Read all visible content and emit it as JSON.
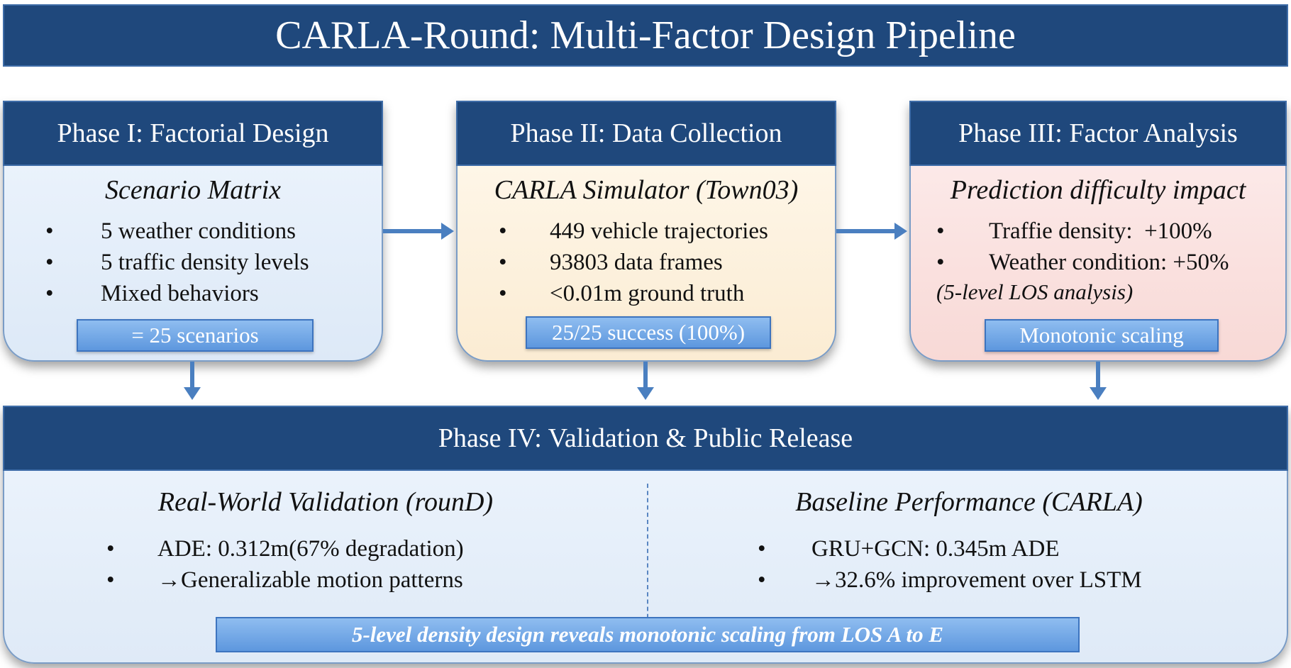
{
  "title": "CARLA-Round: Multi-Factor Design Pipeline",
  "bullet_glyph": "•",
  "phases": [
    {
      "title": "Phase I: Factorial Design",
      "subtitle": "Scenario Matrix",
      "bullets": [
        "5 weather conditions",
        "5 traffic density levels",
        "Mixed behaviors"
      ],
      "pill": "= 25 scenarios"
    },
    {
      "title": "Phase II: Data Collection",
      "subtitle": "CARLA Simulator (Town03)",
      "bullets": [
        "449 vehicle trajectories",
        "93803 data frames",
        "<0.01m ground truth"
      ],
      "pill": "25/25 success (100%)"
    },
    {
      "title": "Phase III: Factor Analysis",
      "subtitle": "Prediction difficulty impact",
      "bullets": [
        "Traffie density:  +100%",
        "Weather condition: +50%"
      ],
      "note": "(5-level LOS analysis)",
      "pill": "Monotonic scaling"
    }
  ],
  "phase4": {
    "title": "Phase IV: Validation & Public Release",
    "left": {
      "subtitle": "Real-World Validation (rounD)",
      "bullets": [
        "ADE: 0.312m(67% degradation)",
        "→Generalizable motion patterns"
      ]
    },
    "right": {
      "subtitle": "Baseline Performance (CARLA)",
      "bullets": [
        "GRU+GCN: 0.345m ADE",
        "→32.6% improvement over LSTM"
      ]
    },
    "banner": "5-level density design reveals monotonic scaling from LOS A to E"
  },
  "colors": {
    "header": "#1f487c",
    "arrow": "#4a7fc0",
    "pill": "#5d97de",
    "phase1_bg": "#e6f0fb",
    "phase2_bg": "#fdf3e0",
    "phase3_bg": "#fae3e1"
  }
}
